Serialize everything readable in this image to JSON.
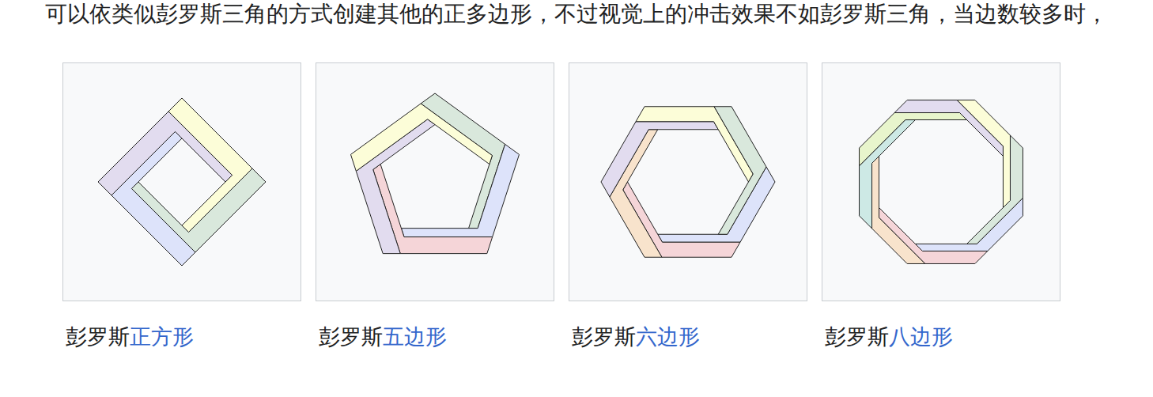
{
  "diagram": {
    "nodes": [
      {
        "text": [
          "彭罗斯",
          "正方形"
        ]
      },
      {
        "text": [
          "彭罗斯",
          "五边形"
        ]
      },
      {
        "text": [
          "彭罗斯",
          "六边形"
        ]
      },
      {
        "text": [
          "彭罗斯",
          "八边形"
        ]
      }
    ],
    "labels": [
      "可以依类似彭罗斯三角的方式创建其他的正多边形，不过视觉上的冲击效果不如彭罗斯三角，当边数较多时，"
    ]
  }
}
